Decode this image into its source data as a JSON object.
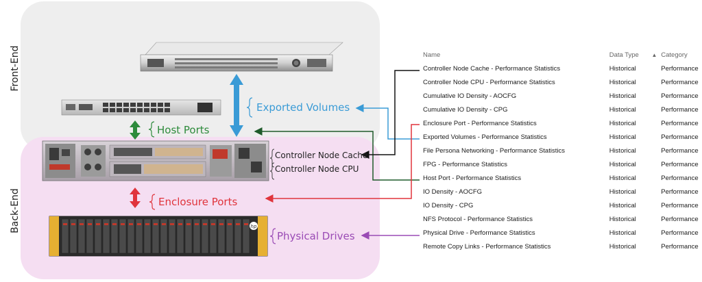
{
  "zones": {
    "front_end": "Front-End",
    "back_end": "Back-End"
  },
  "callouts": {
    "exported_volumes": "Exported Volumes",
    "host_ports": "Host Ports",
    "controller_node_cache": "Controller Node Cache",
    "controller_node_cpu": "Controller Node CPU",
    "enclosure_ports": "Enclosure Ports",
    "physical_drives": "Physical Drives"
  },
  "colors": {
    "blue": "#3a9bd6",
    "green": "#2e8b3c",
    "dark_green": "#1e5a2a",
    "red": "#e0343c",
    "purple": "#9a4bb5",
    "black": "#111111",
    "front_bg": "#eeeeee",
    "back_bg": "#f5def2"
  },
  "table": {
    "headers": {
      "name": "Name",
      "data_type": "Data Type",
      "sort_icon": "▲",
      "category": "Category"
    },
    "rows": [
      {
        "name": "Controller Node Cache - Performance Statistics",
        "type": "Historical",
        "category": "Performance"
      },
      {
        "name": "Controller Node CPU - Performance Statistics",
        "type": "Historical",
        "category": "Performance"
      },
      {
        "name": "Cumulative IO Density - AOCFG",
        "type": "Historical",
        "category": "Performance"
      },
      {
        "name": "Cumulative IO Density - CPG",
        "type": "Historical",
        "category": "Performance"
      },
      {
        "name": "Enclosure Port - Performance Statistics",
        "type": "Historical",
        "category": "Performance"
      },
      {
        "name": "Exported Volumes - Performance Statistics",
        "type": "Historical",
        "category": "Performance"
      },
      {
        "name": "File Persona Networking - Performance Statistics",
        "type": "Historical",
        "category": "Performance"
      },
      {
        "name": "FPG - Performance Statistics",
        "type": "Historical",
        "category": "Performance"
      },
      {
        "name": "Host Port - Performance Statistics",
        "type": "Historical",
        "category": "Performance"
      },
      {
        "name": "IO Density - AOCFG",
        "type": "Historical",
        "category": "Performance"
      },
      {
        "name": "IO Density - CPG",
        "type": "Historical",
        "category": "Performance"
      },
      {
        "name": "NFS Protocol - Performance Statistics",
        "type": "Historical",
        "category": "Performance"
      },
      {
        "name": "Physical Drive - Performance Statistics",
        "type": "Historical",
        "category": "Performance"
      },
      {
        "name": "Remote Copy Links - Performance Statistics",
        "type": "Historical",
        "category": "Performance"
      }
    ]
  },
  "device_logo_text": "hp"
}
